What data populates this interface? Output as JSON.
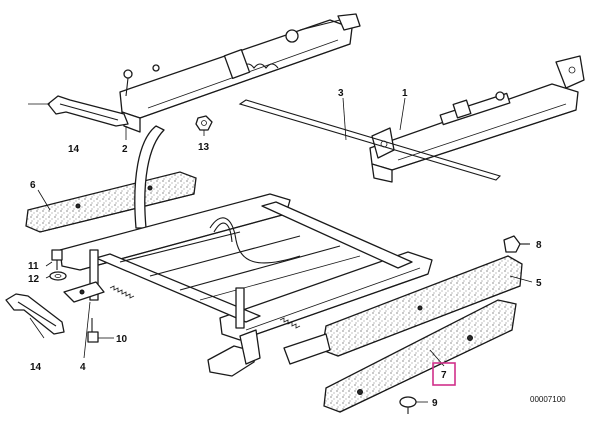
{
  "labels": {
    "p1": "1",
    "p2": "2",
    "p3": "3",
    "p4": "4",
    "p5": "5",
    "p6": "6",
    "p7": "7",
    "p8": "8",
    "p9": "9",
    "p10": "10",
    "p11": "11",
    "p12": "12",
    "p13": "13",
    "p14a": "14",
    "p14b": "14"
  },
  "highlighted_label": "7",
  "diagram_code": "00007100",
  "colors": {
    "highlight": "#d0308a",
    "line": "#1a1a1a",
    "shade": "#2b2b2b"
  }
}
